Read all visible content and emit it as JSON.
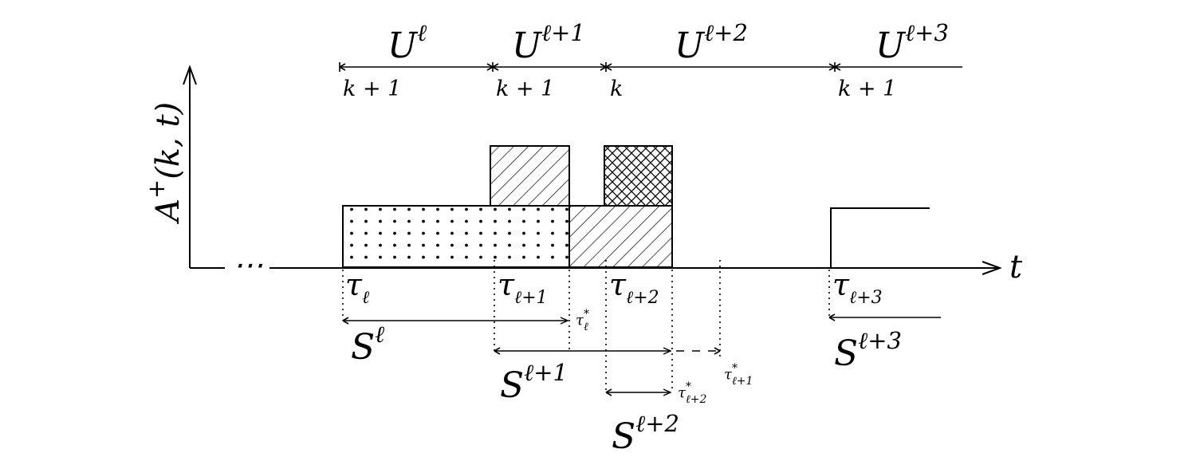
{
  "axes": {
    "y_label_main": "A",
    "y_label_sup": "+",
    "y_label_args": "(k, t)",
    "x_label": "t",
    "ellipsis": "⋯"
  },
  "periods": [
    {
      "base": "U",
      "sup": "ℓ"
    },
    {
      "base": "U",
      "sup": "ℓ+1"
    },
    {
      "base": "U",
      "sup": "ℓ+2"
    },
    {
      "base": "U",
      "sup": "ℓ+3"
    }
  ],
  "k_values": [
    "k + 1",
    "k + 1",
    "k",
    "k + 1"
  ],
  "tau": [
    {
      "base": "τ",
      "sub": "ℓ"
    },
    {
      "base": "τ",
      "sub": "ℓ+1"
    },
    {
      "base": "τ",
      "sub": "ℓ+2"
    },
    {
      "base": "τ",
      "sub": "ℓ+3"
    }
  ],
  "tau_star": [
    {
      "base": "τ",
      "sup": "*",
      "sub": "ℓ"
    },
    {
      "base": "τ",
      "sup": "*",
      "sub": "ℓ+1"
    },
    {
      "base": "τ",
      "sup": "*",
      "sub": "ℓ+2"
    }
  ],
  "services": [
    {
      "base": "S",
      "sup": "ℓ"
    },
    {
      "base": "S",
      "sup": "ℓ+1"
    },
    {
      "base": "S",
      "sup": "ℓ+2"
    },
    {
      "base": "S",
      "sup": "ℓ+3"
    }
  ]
}
